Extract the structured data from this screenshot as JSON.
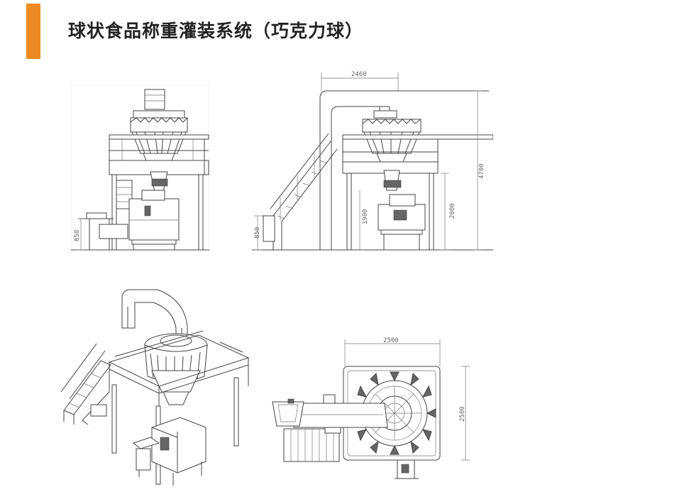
{
  "header": {
    "title": "球状食品称重灌装系统（巧克力球）",
    "accent_color": "#ee8a23"
  },
  "drawings": {
    "front_view": {
      "dimensions": [
        "850"
      ]
    },
    "side_view": {
      "dimensions": [
        "2460",
        "4700",
        "1900",
        "2000",
        "850"
      ]
    },
    "iso_view": {
      "dimensions": []
    },
    "top_view": {
      "dimensions": [
        "2500",
        "2500"
      ]
    }
  }
}
